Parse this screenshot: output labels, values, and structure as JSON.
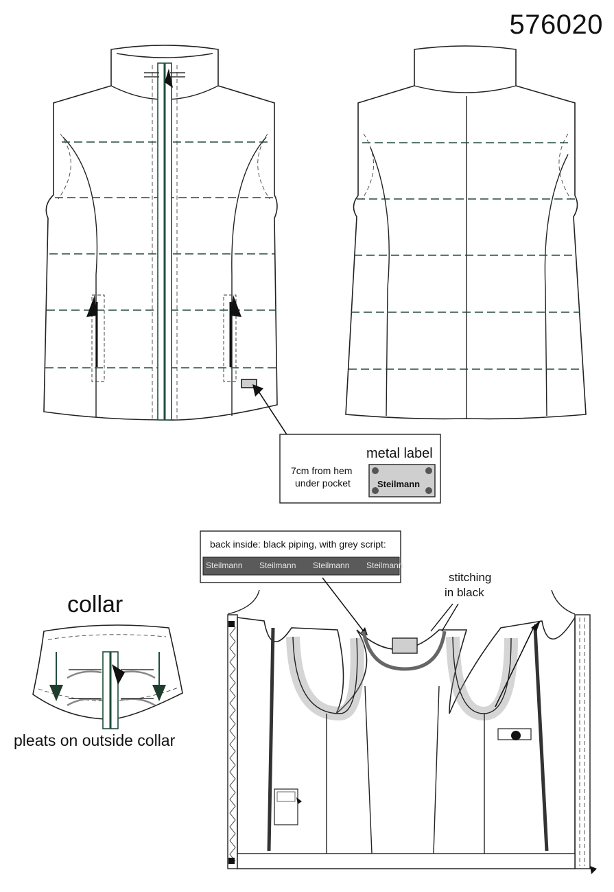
{
  "sheet": {
    "style_number": "576020",
    "metal_label": {
      "heading": "metal label",
      "note_line1": "7cm from hem",
      "note_line2": "under pocket",
      "plate_text": "Steilmann"
    },
    "back_inside": {
      "heading": "back inside:  black piping, with grey script:",
      "ribbon_words": [
        "Steilmann",
        "Steilmann",
        "Steilmann",
        "Steilmann"
      ]
    },
    "collar": {
      "title": "collar",
      "caption": "pleats on outside collar"
    },
    "stitching_note": {
      "line1": "stitching",
      "line2": "in black"
    },
    "colors": {
      "line": "#222222",
      "quilt_dash": "#244a3c",
      "zipper_green": "#1f4d3a",
      "piping": "#333333",
      "plate": "#cfcfcf"
    }
  }
}
